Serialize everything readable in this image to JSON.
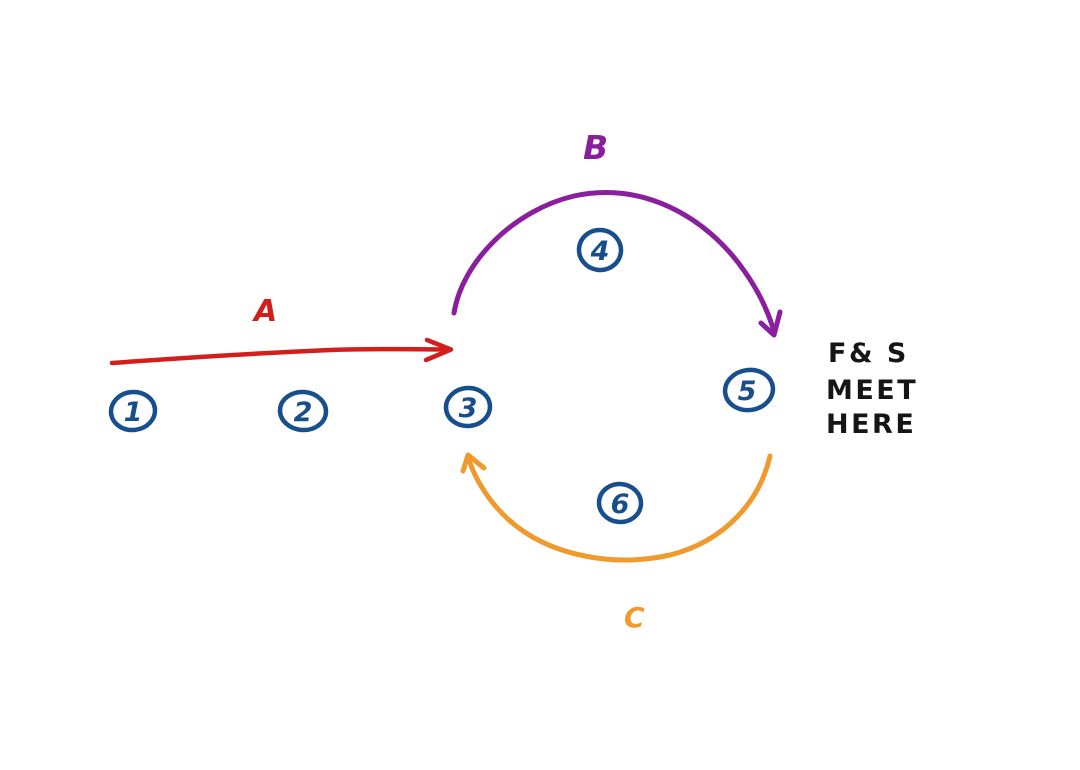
{
  "diagram": {
    "flow_labels": {
      "a": "A",
      "b": "B",
      "c": "C"
    },
    "nodes": [
      {
        "label": "1"
      },
      {
        "label": "2"
      },
      {
        "label": "3"
      },
      {
        "label": "4"
      },
      {
        "label": "5"
      },
      {
        "label": "6"
      }
    ],
    "annotation": {
      "line1": "F& S",
      "line2": "MEET",
      "line3": "HERE"
    },
    "colors": {
      "red": "#d21f1b",
      "purple": "#8a1f9e",
      "orange": "#f09a2e",
      "blue": "#174f8c",
      "ink": "#151515",
      "background": "#ffffff"
    }
  }
}
